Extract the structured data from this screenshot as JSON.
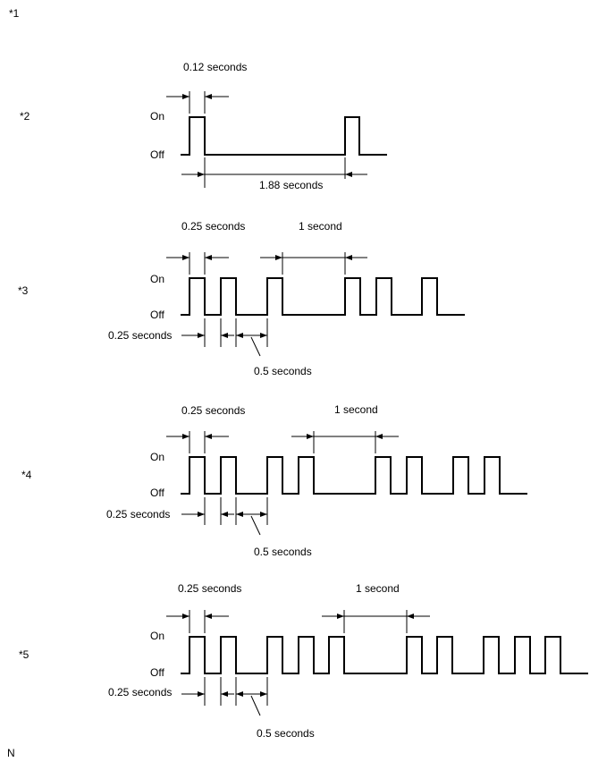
{
  "corner_marker": "*1",
  "footer_marker": "N",
  "diagrams": [
    {
      "id": "2",
      "marker": "*2",
      "on_label": "On",
      "off_label": "Off",
      "on_width_label": "0.12 seconds",
      "off_width_label": "1.88 seconds"
    },
    {
      "id": "3",
      "marker": "*3",
      "on_label": "On",
      "off_label": "Off",
      "on_width_label": "0.25 seconds",
      "off_width_label": "0.25 seconds",
      "gap_label": "0.5 seconds",
      "pause_label": "1 second"
    },
    {
      "id": "4",
      "marker": "*4",
      "on_label": "On",
      "off_label": "Off",
      "on_width_label": "0.25 seconds",
      "off_width_label": "0.25 seconds",
      "gap_label": "0.5 seconds",
      "pause_label": "1 second"
    },
    {
      "id": "5",
      "marker": "*5",
      "on_label": "On",
      "off_label": "Off",
      "on_width_label": "0.25 seconds",
      "off_width_label": "0.25 seconds",
      "gap_label": "0.5 seconds",
      "pause_label": "1 second"
    }
  ]
}
